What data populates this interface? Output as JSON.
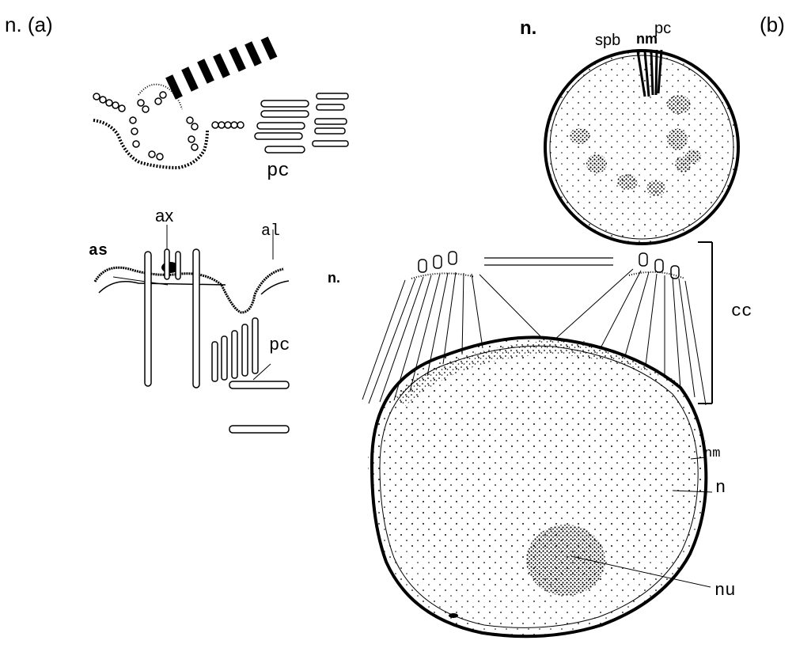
{
  "panel_a": {
    "header": "n. (a)",
    "labels": {
      "pc_top": "pc",
      "ax": "ax",
      "al": "al",
      "as": "as",
      "pc_bottom": "pc"
    }
  },
  "panel_b": {
    "header": "(b)",
    "label_n_top": "n.",
    "labels": {
      "spb": "spb",
      "nm_top": "nm",
      "pc": "pc"
    },
    "cell_labels": {
      "cc": "cc",
      "nm": "nm",
      "n": "n",
      "nu": "nu"
    }
  }
}
